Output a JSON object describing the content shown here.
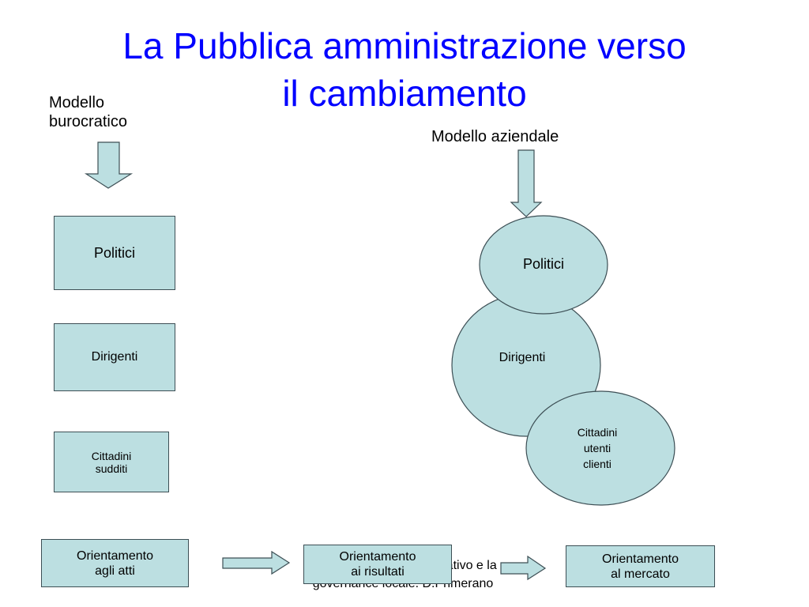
{
  "title": {
    "line1": "La Pubblica amministrazione verso",
    "line2": "il cambiamento"
  },
  "left_model": {
    "label_line1": "Modello",
    "label_line2": "burocratico",
    "nodes": {
      "politici": "Politici",
      "dirigenti": "Dirigenti",
      "cittadini_line1": "Cittadini",
      "cittadini_line2": "sudditi"
    }
  },
  "right_model": {
    "label": "Modello aziendale",
    "nodes": {
      "politici": "Politici",
      "dirigenti": "Dirigenti",
      "cittadini_line1": "Cittadini",
      "cittadini_line2": "utenti",
      "cittadini_line3": "clienti"
    }
  },
  "orientations": {
    "atti_line1": "Orientamento",
    "atti_line2": "agli atti",
    "risultati_line1": "Orientamento",
    "risultati_line2": "ai risultati",
    "mercato_line1": "Orientamento",
    "mercato_line2": "al mercato"
  },
  "footer": {
    "line1": "Il cambiamento organizzativo e la",
    "line2": "governance locale. D.Primerano"
  },
  "colors": {
    "title": "#0000ff",
    "shape_fill": "#bcdfe1",
    "shape_stroke": "#3d4f55"
  }
}
